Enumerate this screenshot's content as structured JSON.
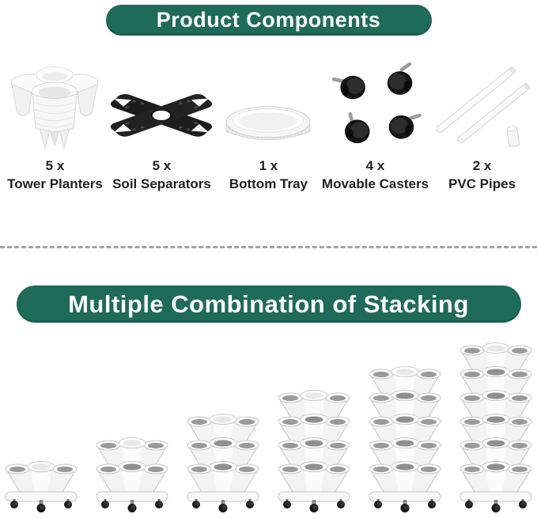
{
  "colors": {
    "banner_bg": "#1f6b59",
    "banner_text": "#ffffff",
    "divider": "#a3a3a3",
    "label_text": "#1f1f1f",
    "product_white": "#f5f5f5",
    "product_black": "#1d1d1d"
  },
  "sections": {
    "components": {
      "title": "Product Components",
      "items": [
        {
          "qty": "5 x",
          "name": "Tower Planters",
          "icon": "tower-planters-image"
        },
        {
          "qty": "5 x",
          "name": "Soil Separators",
          "icon": "soil-separators-image"
        },
        {
          "qty": "1 x",
          "name": "Bottom Tray",
          "icon": "bottom-tray-image"
        },
        {
          "qty": "4 x",
          "name": "Movable Casters",
          "icon": "movable-casters-image"
        },
        {
          "qty": "2 x",
          "name": "PVC Pipes",
          "icon": "pvc-pipes-image"
        }
      ]
    },
    "stacking": {
      "title": "Multiple Combination of Stacking",
      "towers": [
        {
          "tiers": 1
        },
        {
          "tiers": 2
        },
        {
          "tiers": 3
        },
        {
          "tiers": 4
        },
        {
          "tiers": 5
        },
        {
          "tiers": 6
        }
      ]
    }
  }
}
